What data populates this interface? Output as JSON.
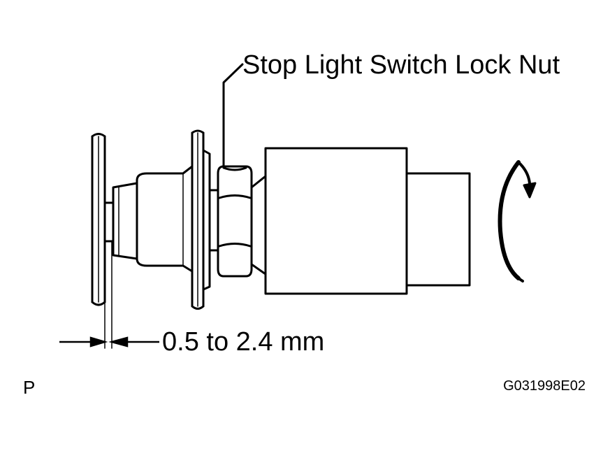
{
  "diagram": {
    "callout_label": "Stop Light Switch Lock Nut",
    "dimension_label": "0.5 to 2.4 mm",
    "page_letter": "P",
    "figure_code": "G031998E02",
    "icons": [
      "rotation-arrow-icon",
      "dimension-arrow-icon"
    ]
  }
}
